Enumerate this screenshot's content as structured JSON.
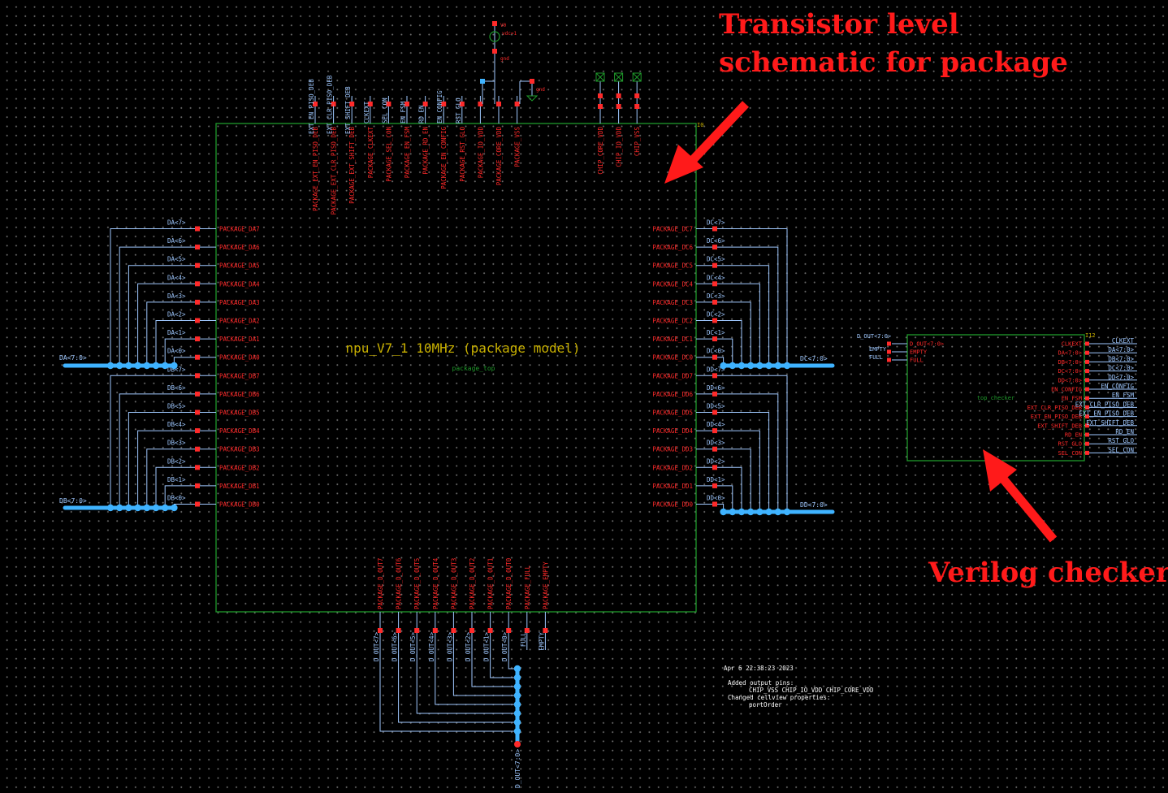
{
  "annotations": {
    "package_line1": "Transistor level",
    "package_line2": "schematic for package",
    "checker": "Verilog checker"
  },
  "colors": {
    "background": "#000000",
    "symbol_border": "#1f9a2b",
    "pin_text": "#ff2a2a",
    "wire": "#9fc8ff",
    "bus": "#3fb3ff",
    "annotation": "#ff1a1a",
    "instance_label": "#c8b000"
  },
  "package_symbol": {
    "instance_name": "I0",
    "title": "npu_V7_1 10MHz (package model)",
    "cell": "package_top",
    "top_pins": [
      "PACKAGE_EXT_EN_PISO_DEB",
      "PACKAGE_EXT_CLR_PISO_DEB",
      "PACKAGE_EXT_SHIFT_DEB",
      "PACKAGE_CLKEXT",
      "PACKAGE_SEL_CON",
      "PACKAGE_EN_FSM",
      "PACKAGE_RD_EN",
      "PACKAGE_EN_CONFIG",
      "PACKAGE_RST_GLO",
      "PACKAGE_IO_VDD",
      "PACKAGE_CORE_VDD",
      "PACKAGE_VSS"
    ],
    "top_nets": [
      "EXT_EN_PISO_DEB",
      "EXT_CLR_PISO_DEB",
      "EXT_SHIFT_DEB",
      "CLKEXT",
      "SEL_CON",
      "EN_FSM",
      "RD_EN",
      "EN_CONFIG",
      "RST_GLO",
      "",
      "",
      ""
    ],
    "top_right_pins": [
      "CHIP_CORE_VDD",
      "CHIP_IO_VDD",
      "CHIP_VSS"
    ],
    "left_pins": [
      "PACKAGE_DA7",
      "PACKAGE_DA6",
      "PACKAGE_DA5",
      "PACKAGE_DA4",
      "PACKAGE_DA3",
      "PACKAGE_DA2",
      "PACKAGE_DA1",
      "PACKAGE_DA0",
      "PACKAGE_DB7",
      "PACKAGE_DB6",
      "PACKAGE_DB5",
      "PACKAGE_DB4",
      "PACKAGE_DB3",
      "PACKAGE_DB2",
      "PACKAGE_DB1",
      "PACKAGE_DB0"
    ],
    "left_nets": [
      "DA<7>",
      "DA<6>",
      "DA<5>",
      "DA<4>",
      "DA<3>",
      "DA<2>",
      "DA<1>",
      "DA<0>",
      "DB<7>",
      "DB<6>",
      "DB<5>",
      "DB<4>",
      "DB<3>",
      "DB<2>",
      "DB<1>",
      "DB<0>"
    ],
    "right_pins": [
      "PACKAGE_DC7",
      "PACKAGE_DC6",
      "PACKAGE_DC5",
      "PACKAGE_DC4",
      "PACKAGE_DC3",
      "PACKAGE_DC2",
      "PACKAGE_DC1",
      "PACKAGE_DC0",
      "PACKAGE_DD7",
      "PACKAGE_DD6",
      "PACKAGE_DD5",
      "PACKAGE_DD4",
      "PACKAGE_DD3",
      "PACKAGE_DD2",
      "PACKAGE_DD1",
      "PACKAGE_DD0"
    ],
    "right_nets": [
      "DC<7>",
      "DC<6>",
      "DC<5>",
      "DC<4>",
      "DC<3>",
      "DC<2>",
      "DC<1>",
      "DC<0>",
      "DD<7>",
      "DD<6>",
      "DD<5>",
      "DD<4>",
      "DD<3>",
      "DD<2>",
      "DD<1>",
      "DD<0>"
    ],
    "bottom_pins": [
      "PACKAGE_D_OUT7",
      "PACKAGE_D_OUT6",
      "PACKAGE_D_OUT5",
      "PACKAGE_D_OUT4",
      "PACKAGE_D_OUT3",
      "PACKAGE_D_OUT2",
      "PACKAGE_D_OUT1",
      "PACKAGE_D_OUT0",
      "PACKAGE_FULL",
      "PACKAGE_EMPTY"
    ],
    "bottom_nets": [
      "D_OUT<7>",
      "D_OUT<6>",
      "D_OUT<5>",
      "D_OUT<4>",
      "D_OUT<3>",
      "D_OUT<2>",
      "D_OUT<1>",
      "D_OUT<0>",
      "FULL",
      "EMPTY"
    ]
  },
  "buses": {
    "da": "DA<7:0>",
    "db": "DB<7:0>",
    "dc": "DC<7:0>",
    "dd": "DD<7:0>",
    "dout": "D_OUT<7:0>"
  },
  "supply": {
    "source_label": "V0",
    "source_value": "vdc=1",
    "net_top": "gnd",
    "net_bottom": "gnd"
  },
  "checker": {
    "instance_name": "I12",
    "cell": "top_checker",
    "left_pins": [
      "D_OUT<7:0>",
      "EMPTY",
      "FULL"
    ],
    "left_nets": [
      "D_OUT<7:0>",
      "EMPTY",
      "FULL"
    ],
    "right_pins": [
      "CLKEXT",
      "DA<7:0>",
      "DB<7:0>",
      "DC<7:0>",
      "DD<7:0>",
      "EN_CONFIG",
      "EN_FSM",
      "EXT_CLR_PISO_DEB",
      "EXT_EN_PISO_DEB",
      "EXT_SHIFT_DEB",
      "RD_EN",
      "RST_GLO",
      "SEL_CON"
    ],
    "right_nets": [
      "CLKEXT",
      "DA<7:0>",
      "DB<7:0>",
      "DC<7:0>",
      "DD<7:0>",
      "EN_CONFIG",
      "EN_FSM",
      "EXT_CLR_PISO_DEB",
      "EXT_EN_PISO_DEB",
      "EXT_SHIFT_DEB",
      "RD_EN",
      "RST_GLO",
      "SEL_CON"
    ]
  },
  "note": {
    "date": "Apr  6 22:38:23 2023",
    "line1": "Added output pins:",
    "line2": "CHIP_VSS CHIP_IO_VDD CHIP_CORE_VDD",
    "line3": "Changed cellview properties:",
    "line4": "portOrder"
  }
}
